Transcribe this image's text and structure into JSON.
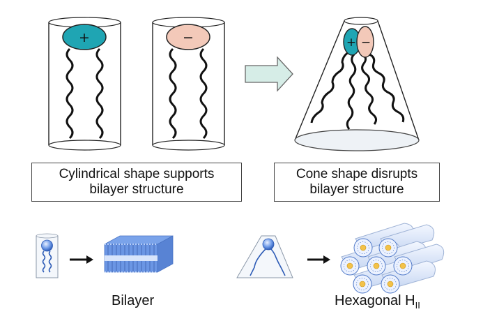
{
  "top": {
    "cylinder_left_sign": "+",
    "cylinder_right_sign": "−",
    "cone_left_sign": "+",
    "cone_right_sign": "−",
    "caption_left_line1": "Cylindrical shape supports",
    "caption_left_line2": "bilayer structure",
    "caption_right_line1": "Cone shape disrupts",
    "caption_right_line2": "bilayer structure"
  },
  "bottom": {
    "label_bilayer": "Bilayer",
    "label_hexagonal": "Hexagonal H",
    "label_hexagonal_sub": "II"
  },
  "colors": {
    "cationic_head": "#1fa5b3",
    "anionic_head": "#f3c9b9",
    "arrow_fill": "#d6ede7",
    "bilayer_blue": "#5f8fe0",
    "tube_blue": "#d9e4f7"
  },
  "icons": [
    "right-arrow-icon",
    "black-arrow-icon"
  ]
}
